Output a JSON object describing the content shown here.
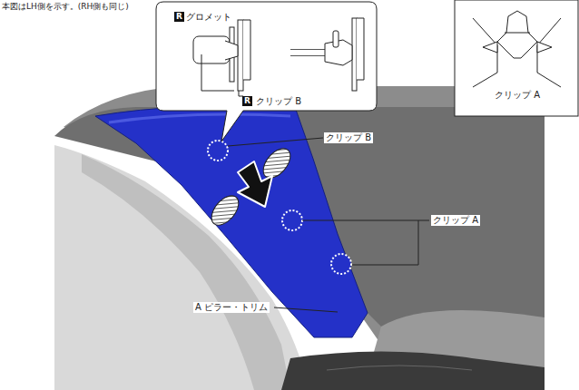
{
  "diagram": {
    "nodes": [
      {
        "text": [
          "グロメット",
          "クリップ B"
        ]
      },
      {
        "text": [
          "R"
        ],
        "in": 0
      },
      {
        "text": [
          "R"
        ],
        "in": 0
      },
      {
        "text": [
          "クリップ A"
        ]
      }
    ],
    "labels": [
      "本図はLH側を示す。(RH側も同じ)",
      "クリップ B",
      "クリップ A",
      "A ピラー・トリム"
    ]
  }
}
